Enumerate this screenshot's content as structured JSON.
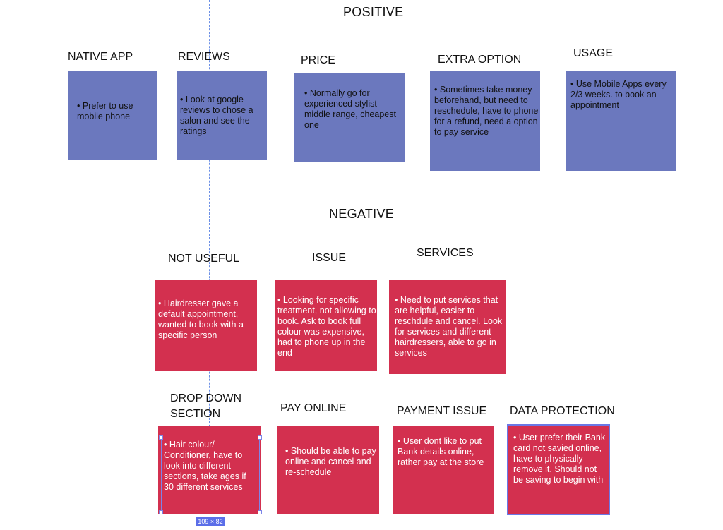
{
  "positive": {
    "title": "POSITIVE",
    "cards": [
      {
        "label": "NATIVE APP",
        "text": "Prefer to use mobile phone"
      },
      {
        "label": "REVIEWS",
        "text": "Look at google reviews to chose a salon and see the ratings"
      },
      {
        "label": "PRICE",
        "text": "Normally go for experienced stylist- middle range, cheapest one"
      },
      {
        "label": "EXTRA OPTION",
        "text": "Sometimes take money beforehand, but need to reschedule, have to phone for a refund, need a option to pay service"
      },
      {
        "label": "USAGE",
        "text": "Use Mobile Apps every 2/3 weeks. to book an appointment"
      }
    ]
  },
  "negative": {
    "title": "NEGATIVE",
    "cards": [
      {
        "label": "NOT USEFUL",
        "text": "Hairdresser gave a default appointment, wanted to book with a specific person"
      },
      {
        "label": "ISSUE",
        "text": "Looking for specific treatment, not allowing to book. Ask to book full colour was expensive, had to phone up in the end"
      },
      {
        "label": "SERVICES",
        "text": "Need  to put services that are helpful, easier to reschdule and cancel. Look for services and different hairdressers, able to go in services"
      },
      {
        "label": "DROP DOWN SECTION",
        "text": "Hair colour/ Conditioner, have to look into different sections, take ages if 30 different services"
      },
      {
        "label": "PAY ONLINE",
        "text": "Should be able to pay online and cancel and re-schedule"
      },
      {
        "label": "PAYMENT ISSUE",
        "text": "User dont like to put Bank details online, rather pay at the store"
      },
      {
        "label": "DATA PROTECTION",
        "text": "User prefer their Bank card not savied online, have to physically remove it.  Should not be saving to begin with"
      }
    ]
  },
  "selection": {
    "dimensions": "109 × 82"
  },
  "colors": {
    "positive_card": "#6b78be",
    "negative_card": "#d3304f",
    "guide": "#6b8fe6"
  }
}
